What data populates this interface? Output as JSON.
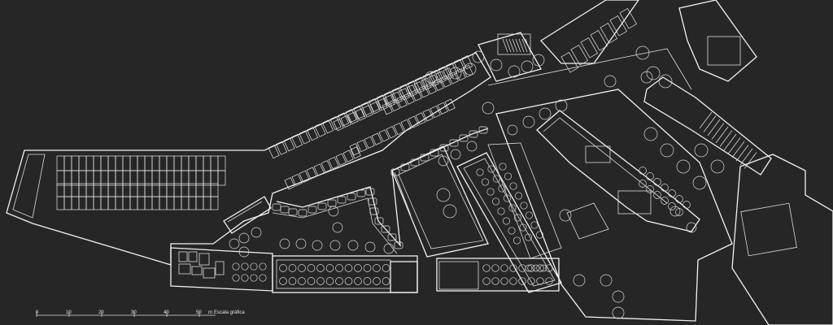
{
  "scale_bar": {
    "ticks": [
      "0",
      "10",
      "20",
      "30",
      "40",
      "50"
    ],
    "unit": "m",
    "label": "Escala gràfica"
  }
}
